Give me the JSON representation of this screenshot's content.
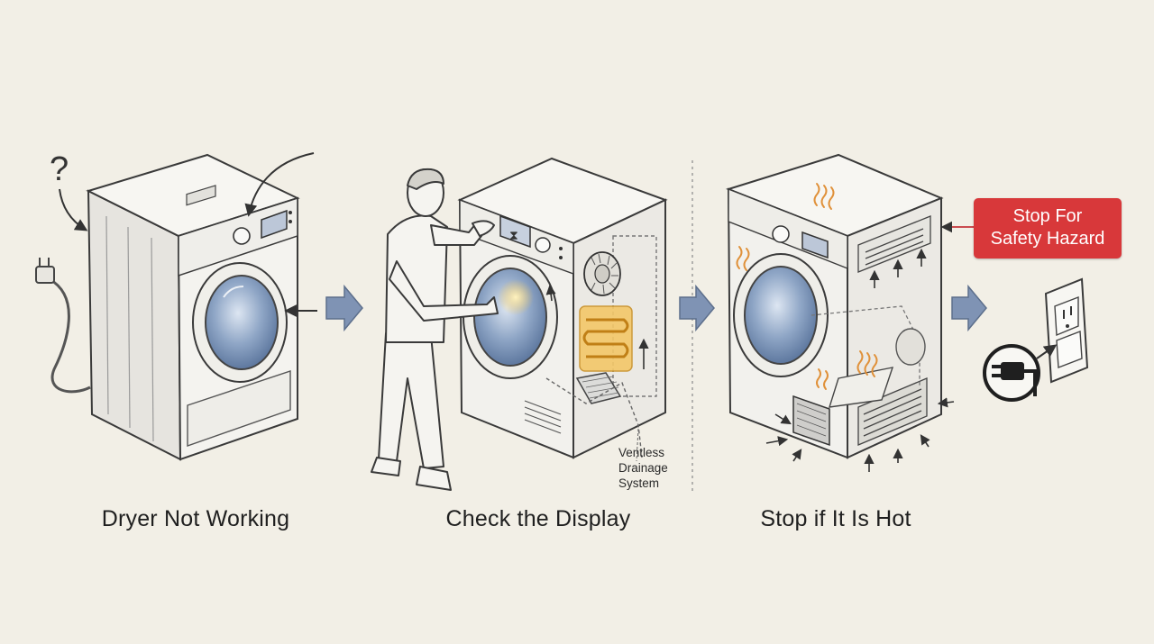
{
  "steps": [
    {
      "caption": "Dryer Not Working"
    },
    {
      "caption": "Check the Display"
    },
    {
      "caption": "Stop if It Is Hot"
    }
  ],
  "annotations": {
    "question_mark": "?",
    "ventless_line1": "Ventless",
    "ventless_line2": "Drainage",
    "ventless_line3": "System",
    "hazard_line1": "Stop For",
    "hazard_line2": "Safety Hazard"
  },
  "icons": {
    "step1": [
      "question-mark-icon",
      "power-cord-icon",
      "dryer-icon",
      "curved-arrow-icon"
    ],
    "step2": [
      "person-icon",
      "dryer-icon",
      "timer-icon",
      "fan-icon",
      "heater-coil-icon",
      "lint-filter-icon"
    ],
    "step3": [
      "dryer-icon",
      "heat-waves-icon",
      "vent-icon",
      "unplug-icon",
      "wall-outlet-icon"
    ],
    "flow": [
      "flow-arrow-icon"
    ]
  },
  "colors": {
    "background": "#f2efe6",
    "line": "#3a3a3a",
    "door_glass": "#7a93b8",
    "flow_arrow": "#7f93b4",
    "heat": "#e8a33a",
    "hazard": "#d8383a"
  }
}
